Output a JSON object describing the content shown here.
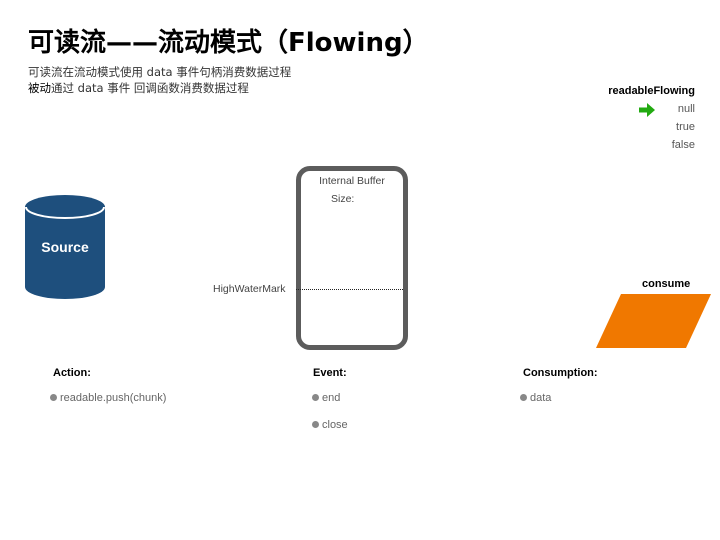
{
  "header": {
    "title": "可读流——流动模式（Flowing）",
    "subtitle_line1": "可读流在流动模式使用 data 事件句柄消费数据过程",
    "subtitle_line2_strong": "被动",
    "subtitle_line2_rest": "通过 data 事件 回调函数消费数据过程"
  },
  "readable_flowing": {
    "title": "readableFlowing",
    "options": [
      "null",
      "true",
      "false"
    ],
    "selected": "null",
    "indicator_icon": "green-arrow-right-icon",
    "indicator_color": "#22aa11"
  },
  "source": {
    "label": "Source",
    "color": "#1e4f7d"
  },
  "buffer": {
    "title": "Internal Buffer",
    "size_label": "Size:",
    "high_water_mark_label": "HighWaterMark"
  },
  "consume": {
    "label": "consume",
    "color": "#f07800"
  },
  "sections": {
    "action": {
      "heading": "Action:",
      "items": [
        "readable.push(chunk)"
      ]
    },
    "event": {
      "heading": "Event:",
      "items": [
        "end",
        "close"
      ]
    },
    "consumption": {
      "heading": "Consumption:",
      "items": [
        "data"
      ]
    }
  }
}
